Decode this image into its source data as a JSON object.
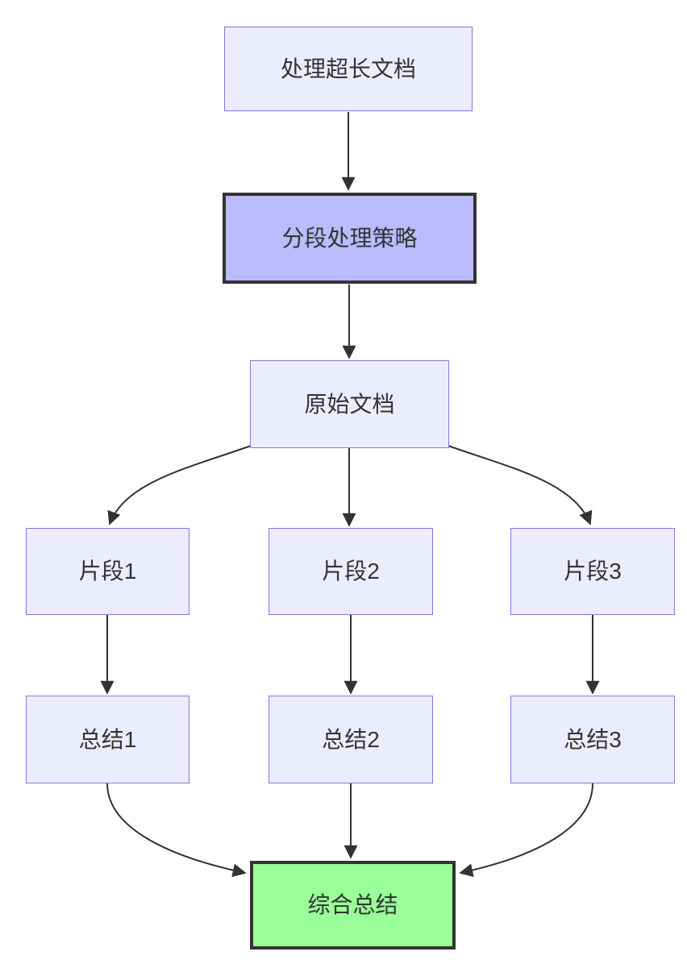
{
  "diagram": {
    "type": "flowchart-top-down",
    "nodes": [
      {
        "id": "start",
        "label": "处理超长文档",
        "style": "default"
      },
      {
        "id": "strategy",
        "label": "分段处理策略",
        "style": "highlight-purple"
      },
      {
        "id": "doc",
        "label": "原始文档",
        "style": "default"
      },
      {
        "id": "chunk1",
        "label": "片段1",
        "style": "default"
      },
      {
        "id": "chunk2",
        "label": "片段2",
        "style": "default"
      },
      {
        "id": "chunk3",
        "label": "片段3",
        "style": "default"
      },
      {
        "id": "summary1",
        "label": "总结1",
        "style": "default"
      },
      {
        "id": "summary2",
        "label": "总结2",
        "style": "default"
      },
      {
        "id": "summary3",
        "label": "总结3",
        "style": "default"
      },
      {
        "id": "final",
        "label": "综合总结",
        "style": "highlight-green"
      }
    ],
    "edges": [
      {
        "from": "start",
        "to": "strategy"
      },
      {
        "from": "strategy",
        "to": "doc"
      },
      {
        "from": "doc",
        "to": "chunk1"
      },
      {
        "from": "doc",
        "to": "chunk2"
      },
      {
        "from": "doc",
        "to": "chunk3"
      },
      {
        "from": "chunk1",
        "to": "summary1"
      },
      {
        "from": "chunk2",
        "to": "summary2"
      },
      {
        "from": "chunk3",
        "to": "summary3"
      },
      {
        "from": "summary1",
        "to": "final"
      },
      {
        "from": "summary2",
        "to": "final"
      },
      {
        "from": "summary3",
        "to": "final"
      }
    ],
    "colors": {
      "background": "#FFFFFF",
      "node-fill": "#ECECFF",
      "node-border": "#9370DB",
      "highlight-purple-fill": "#BBBBFF",
      "highlight-green-fill": "#99FF99",
      "highlight-border": "#333333",
      "edge-color": "#333333",
      "text-color": "#333333"
    }
  }
}
